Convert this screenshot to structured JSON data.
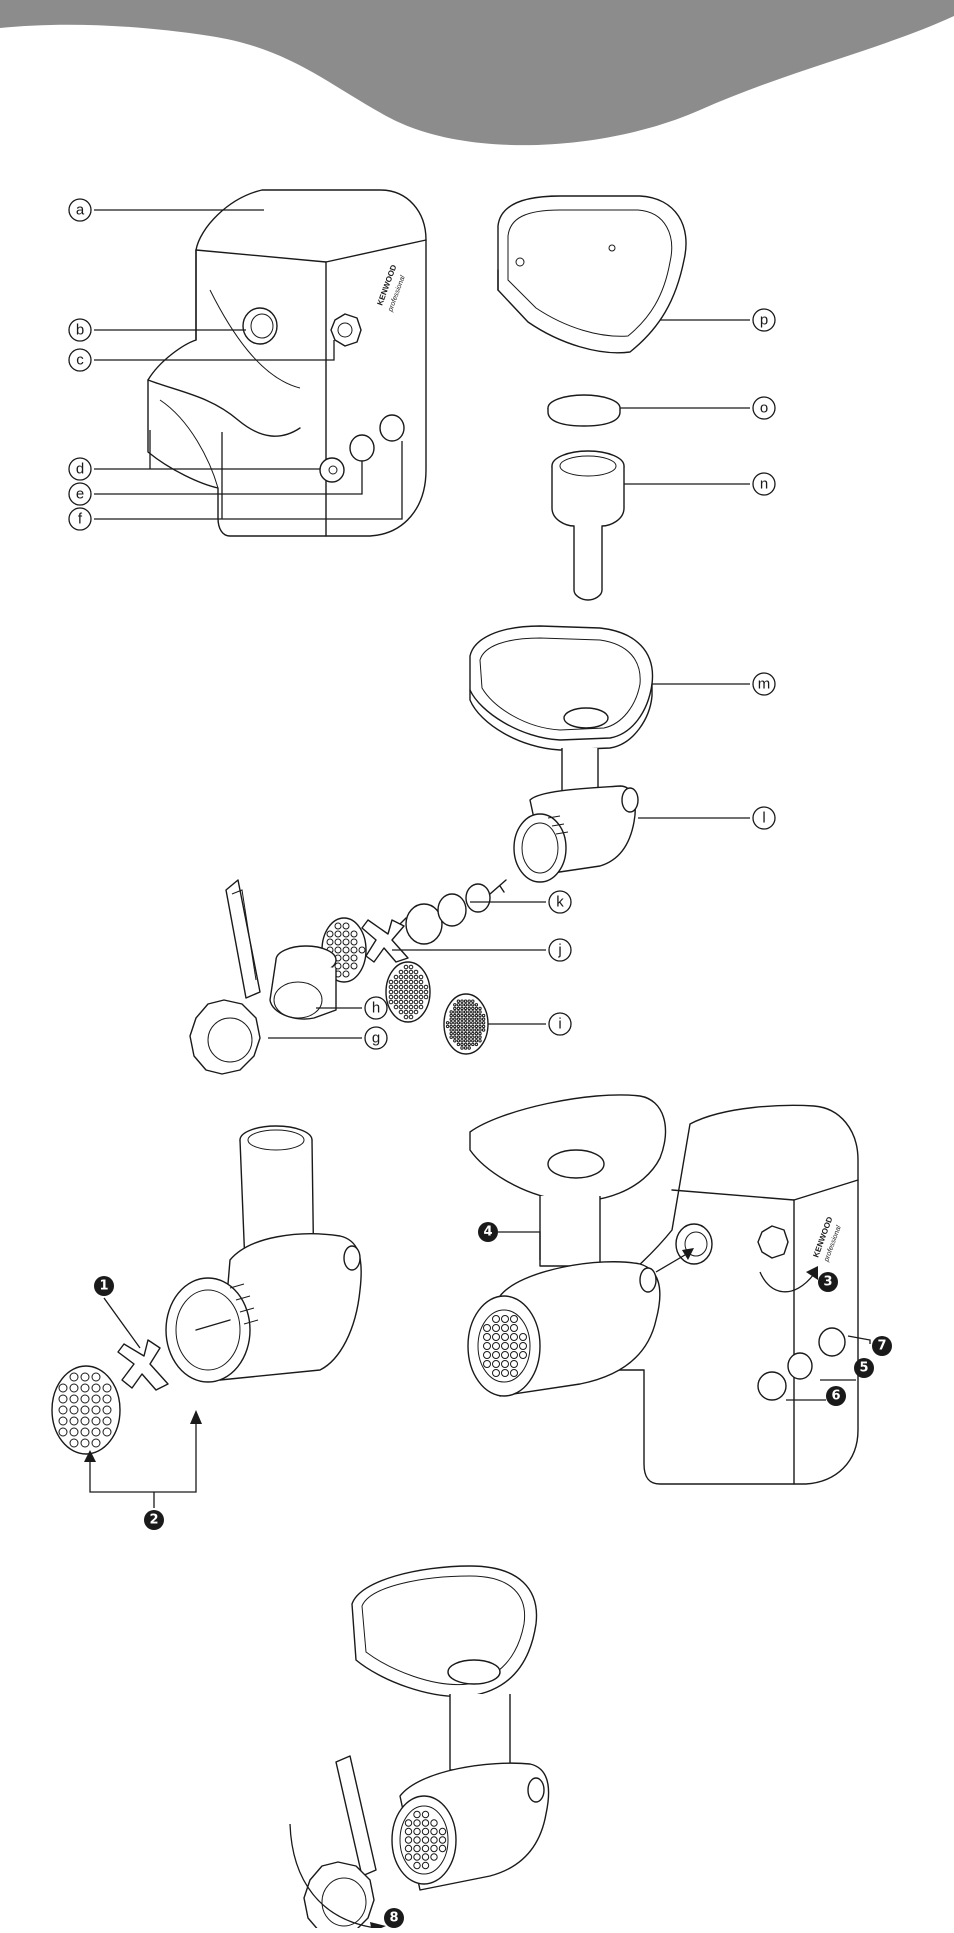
{
  "header_color": "#8c8c8c",
  "brand": {
    "name": "KENWOOD",
    "subline": "professional"
  },
  "parts": [
    {
      "id": "a",
      "label": "a"
    },
    {
      "id": "b",
      "label": "b"
    },
    {
      "id": "c",
      "label": "c"
    },
    {
      "id": "d",
      "label": "d"
    },
    {
      "id": "e",
      "label": "e"
    },
    {
      "id": "f",
      "label": "f"
    },
    {
      "id": "g",
      "label": "g"
    },
    {
      "id": "h",
      "label": "h"
    },
    {
      "id": "i",
      "label": "i"
    },
    {
      "id": "j",
      "label": "j"
    },
    {
      "id": "k",
      "label": "k"
    },
    {
      "id": "l",
      "label": "l"
    },
    {
      "id": "m",
      "label": "m"
    },
    {
      "id": "n",
      "label": "n"
    },
    {
      "id": "o",
      "label": "o"
    },
    {
      "id": "p",
      "label": "p"
    }
  ],
  "steps": [
    {
      "n": "1"
    },
    {
      "n": "2"
    },
    {
      "n": "3"
    },
    {
      "n": "4"
    },
    {
      "n": "5"
    },
    {
      "n": "6"
    },
    {
      "n": "7"
    },
    {
      "n": "8"
    }
  ]
}
